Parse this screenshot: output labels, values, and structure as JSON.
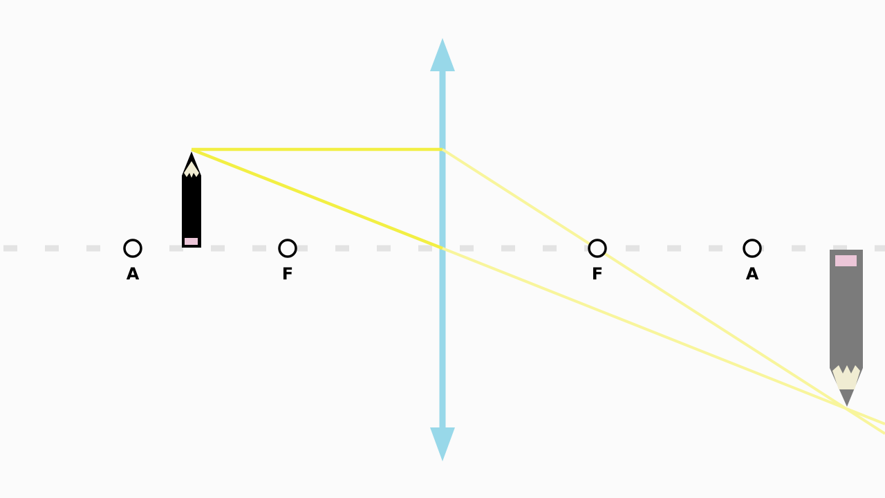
{
  "labels": {
    "left_far": "A",
    "left_focus": "F",
    "right_focus": "F",
    "right_far": "A"
  },
  "colors": {
    "background": "#fbfbfb",
    "axis": "#e3e3e3",
    "lens": "#98d8e9",
    "ray_incident": "#f2ef44",
    "ray_refracted": "#f8f59c",
    "object_pencil": "#000000",
    "image_pencil": "#7b7b7b",
    "pencil_tip": "#f0ecd2",
    "eraser": "#ecc6d8"
  },
  "icons": {
    "object": "pencil-icon",
    "image": "inverted-pencil-icon"
  }
}
